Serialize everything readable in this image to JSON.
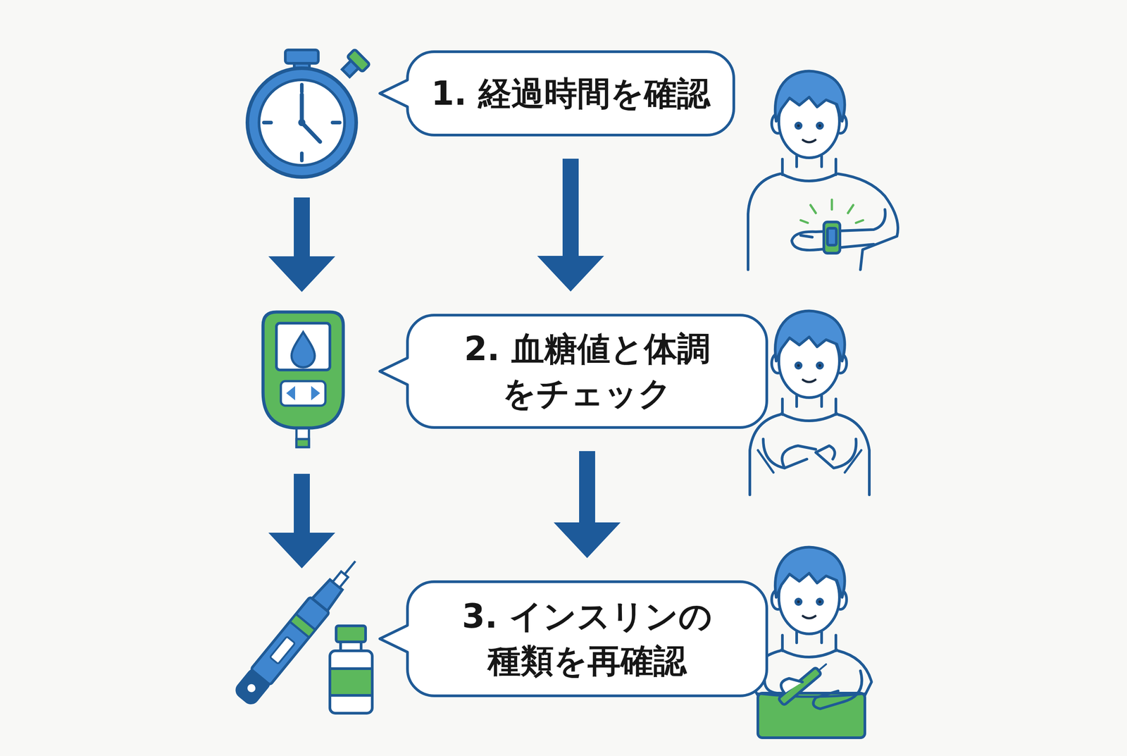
{
  "diagram": {
    "nodes": [
      {
        "text": [
          "1. 経過時間を確認"
        ]
      },
      {
        "text": [
          "2. 血糖値と体調 をチェック"
        ]
      },
      {
        "text": [
          "3. インスリンの 種類を再確認"
        ]
      }
    ],
    "edges": [
      {
        "from": 0,
        "to": 1,
        "arrow": "to"
      },
      {
        "from": 1,
        "to": 2,
        "arrow": "to"
      }
    ]
  }
}
